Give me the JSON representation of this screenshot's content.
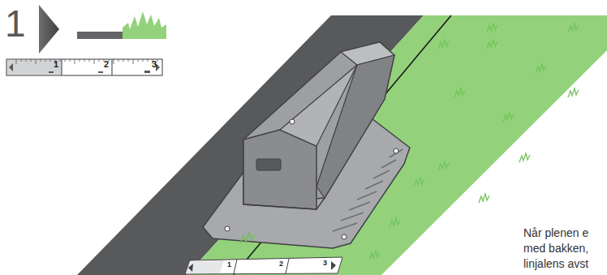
{
  "diagram": {
    "labels": [
      "1",
      "1",
      "2",
      "3",
      "1",
      "2",
      "3",
      "Når plenen e med bakken, linjalens avst"
    ]
  }
}
